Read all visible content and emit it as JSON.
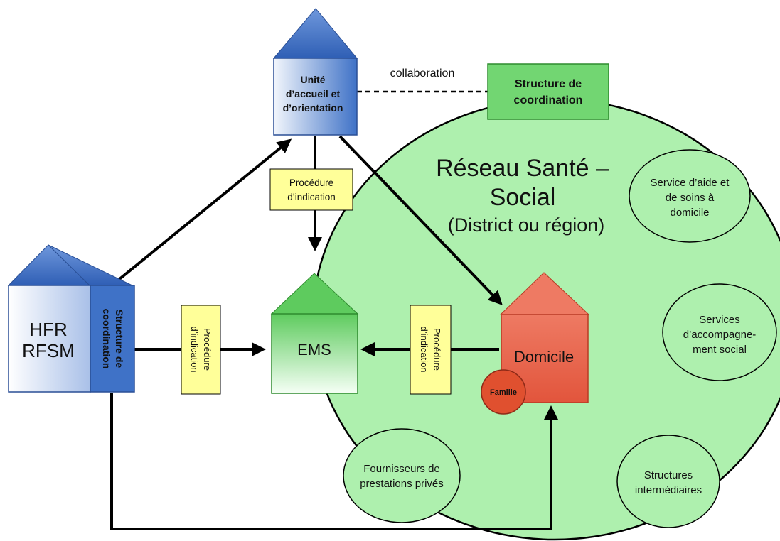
{
  "network": {
    "title_line1": "Réseau Santé –",
    "title_line2": "Social",
    "title_line3": "(District ou région)"
  },
  "unite": {
    "line1": "Unité",
    "line2": "d’accueil et",
    "line3": "d’orientation"
  },
  "collaboration_label": "collaboration",
  "structure_coord_top": {
    "line1": "Structure de",
    "line2": "coordination"
  },
  "hfr": {
    "line1": "HFR",
    "line2": "RFSM",
    "side_line1": "Structure de",
    "side_line2": "coordination"
  },
  "ems_label": "EMS",
  "domicile_label": "Domicile",
  "famille_label": "Famille",
  "procedure_top": {
    "line1": "Procédure",
    "line2": "d’indication"
  },
  "procedure_left": {
    "line1": "Procédure",
    "line2": "d’indication"
  },
  "procedure_right": {
    "line1": "Procédure",
    "line2": "d’indication"
  },
  "services": {
    "aide_soins": {
      "line1": "Service d’aide et",
      "line2": "de soins à",
      "line3": "domicile"
    },
    "accompagnement": {
      "line1": "Services",
      "line2": "d’accompagne-",
      "line3": "ment social"
    },
    "intermediaires": {
      "line1": "Structures",
      "line2": "intermédiaires"
    },
    "fournisseurs": {
      "line1": "Fournisseurs de",
      "line2": "prestations privés"
    }
  },
  "colors": {
    "blue_dark": "#3d6fc4",
    "blue_light": "#e8eef8",
    "green_network": "#aef0ae",
    "green_box": "#7cdc7c",
    "red_house": "#e8624a",
    "yellow_box": "#ffff99"
  }
}
